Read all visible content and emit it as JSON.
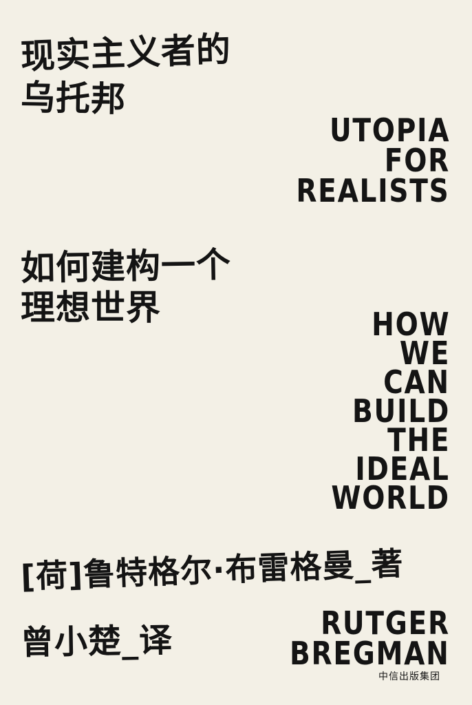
{
  "cover": {
    "title_cn": [
      "现实主义者的",
      "乌托邦"
    ],
    "title_en": [
      "UTOPIA",
      "FOR",
      "REALISTS"
    ],
    "subtitle_cn": [
      "如何建构一个",
      "理想世界"
    ],
    "subtitle_en": [
      "HOW",
      "WE",
      "CAN",
      "BUILD",
      "THE",
      "IDEAL",
      "WORLD"
    ],
    "author_cn": "[荷]鲁特格尔·布雷格曼_著",
    "translator_cn": "曾小楚_译",
    "author_en": [
      "RUTGER",
      "BREGMAN"
    ],
    "publisher": "中信出版集团"
  },
  "colors": {
    "background": "#f3f0e6",
    "ink": "#141414"
  }
}
